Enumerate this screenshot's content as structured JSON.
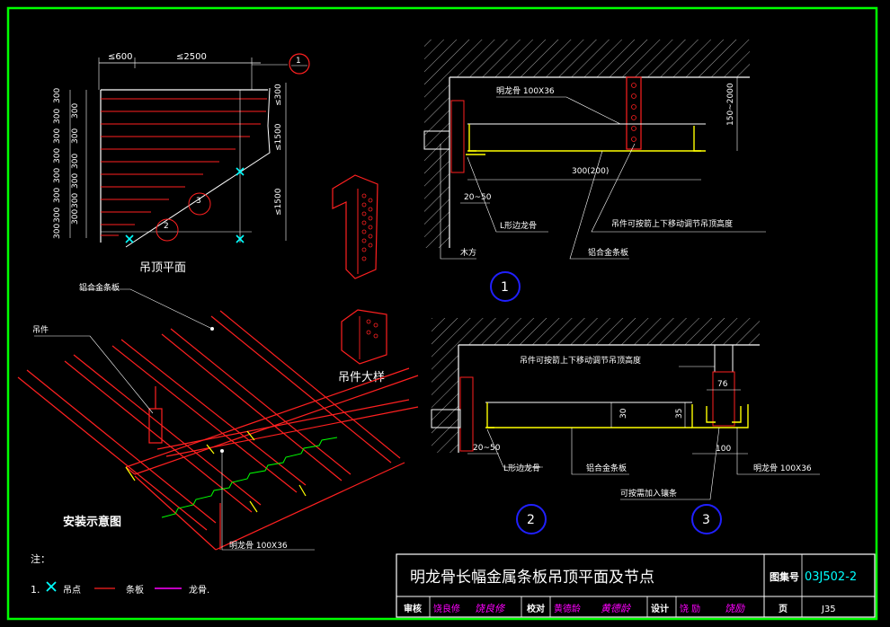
{
  "drawing": {
    "top_dims": [
      "≤600",
      "≤2500"
    ],
    "left_dims": [
      "300",
      "300",
      "300",
      "300",
      "300",
      "300",
      "300",
      "300",
      "300"
    ],
    "left_dims2": [
      "300",
      "300",
      "300",
      "300",
      "300",
      "300",
      "300"
    ],
    "right_dims": [
      "≤300",
      "≤1500",
      "≤1500"
    ],
    "plan_title": "吊顶平面",
    "callout_plan_1": "1",
    "callout_plan_2": "2",
    "callout_plan_3": "3",
    "hanger_detail_title": "吊件大样",
    "iso_label_panel": "铝合金条板",
    "iso_label_hanger": "吊件",
    "iso_label_keel": "明龙骨  100X36",
    "iso_title": "安装示意图",
    "d1": {
      "label_keel": "明龙骨  100X36",
      "dim_height": "150~2000",
      "dim_300": "300(200)",
      "dim_gap": "20~50",
      "label_l_edge": "L形边龙骨",
      "label_adjust": "吊件可按箭上下移动调节吊顶高度",
      "label_wood": "木方",
      "label_panel": "铝合金条板",
      "callout": "1"
    },
    "d2": {
      "label_adjust": "吊件可按箭上下移动调节吊顶高度",
      "dim_30": "30",
      "dim_35": "35",
      "dim_76": "76",
      "dim_100": "100",
      "dim_gap": "20~50",
      "label_l_edge": "L形边龙骨",
      "label_panel": "铝合金条板",
      "label_keel": "明龙骨  100X36",
      "label_insert": "可按需加入镶条",
      "callout2": "2",
      "callout3": "3"
    },
    "notes": {
      "head": "注：",
      "num": "1.",
      "hang_point": "吊点",
      "strip": "条板",
      "keel": "龙骨."
    }
  },
  "title_block": {
    "title": "明龙骨长幅金属条板吊顶平面及节点",
    "atlas_label": "图集号",
    "atlas_no": "03J502-2",
    "review_label": "审核",
    "reviewer": "饶良修",
    "reviewer_sig": "饶良修",
    "check_label": "校对",
    "checker": "黄德龄",
    "checker_sig": "黄德龄",
    "design_label": "设计",
    "designer": "饶 励",
    "designer_sig": "饶励",
    "page_label": "页",
    "page_no": "J35"
  },
  "colors": {
    "background": "#000000",
    "frame": "#00ff00",
    "line_red": "#ff2020",
    "line_white": "#ffffff",
    "line_yellow": "#ffff00",
    "callout_blue": "#2020ff",
    "marker_cyan": "#00ffff",
    "keel_magenta": "#ff00ff",
    "atlas_no_color": "#00ffff"
  }
}
